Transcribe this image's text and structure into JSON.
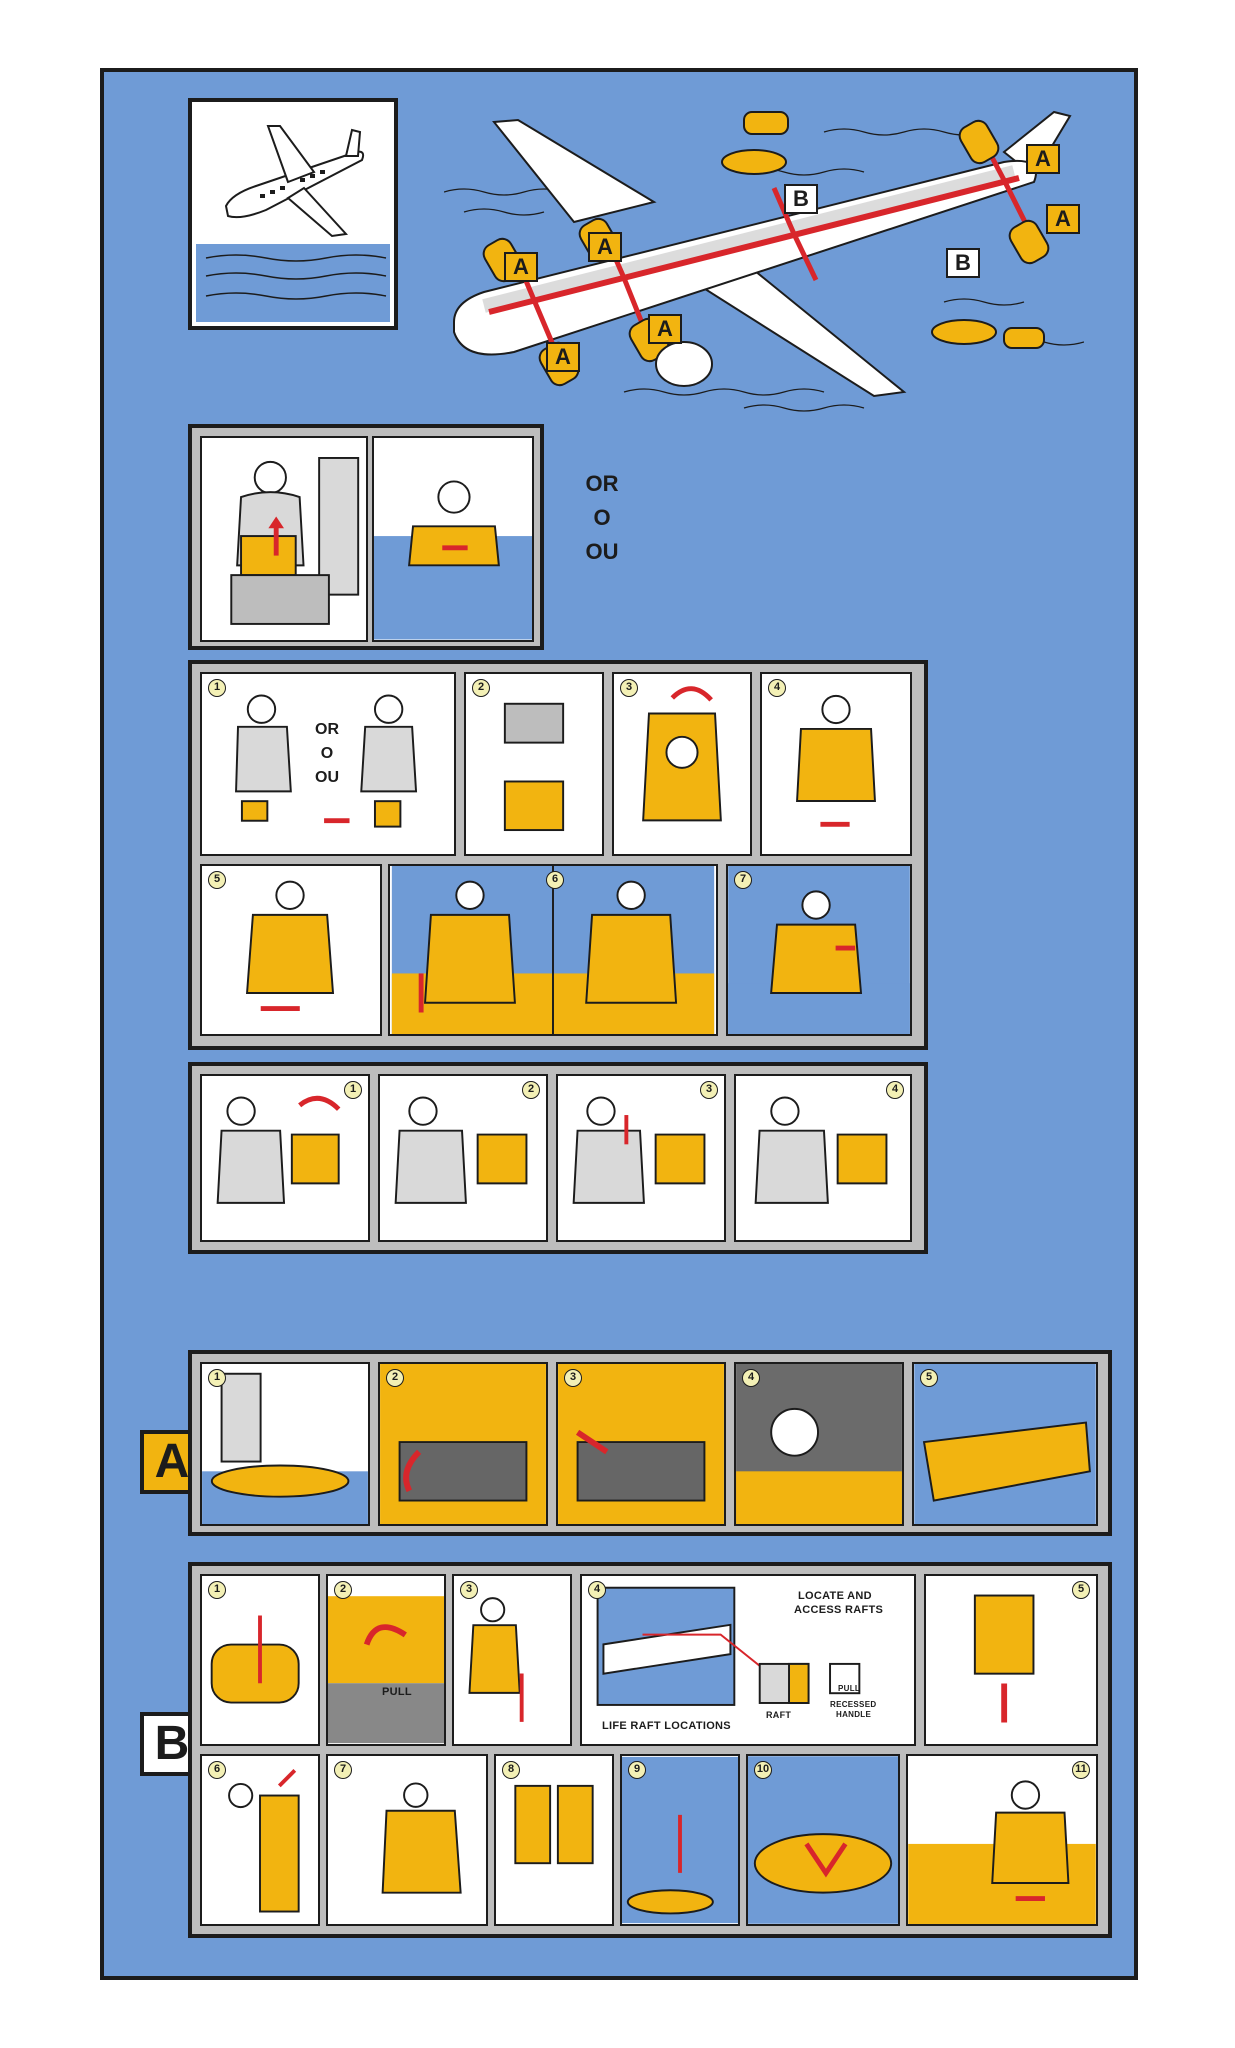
{
  "or_text": [
    "OR",
    "O",
    "OU"
  ],
  "evac_tags": {
    "a": "A",
    "b": "B"
  },
  "sections": {
    "a": "A",
    "b": "B"
  },
  "step_numbers": {
    "adult": [
      "1",
      "2",
      "3",
      "4",
      "5",
      "6",
      "7"
    ],
    "child": [
      "1",
      "2",
      "3",
      "4"
    ],
    "slide": [
      "1",
      "2",
      "3",
      "4",
      "5"
    ],
    "raft": [
      "1",
      "2",
      "3",
      "4",
      "5",
      "6",
      "7",
      "8",
      "9",
      "10",
      "11"
    ]
  },
  "raft_locator": {
    "heading_line1": "LOCATE AND",
    "heading_line2": "ACCESS RAFTS",
    "life_raft_locations": "LIFE RAFT LOCATIONS",
    "raft_label": "RAFT",
    "pull_label": "PULL",
    "recessed_line1": "RECESSED",
    "recessed_line2": "HANDLE",
    "slide_pull_label": "PULL"
  },
  "colors": {
    "card_blue": "#6f9bd6",
    "vest_yellow": "#f2b410",
    "arrow_red": "#d8262b",
    "frame_gray": "#bdbdbd",
    "water_blue": "#6f9bd6"
  }
}
